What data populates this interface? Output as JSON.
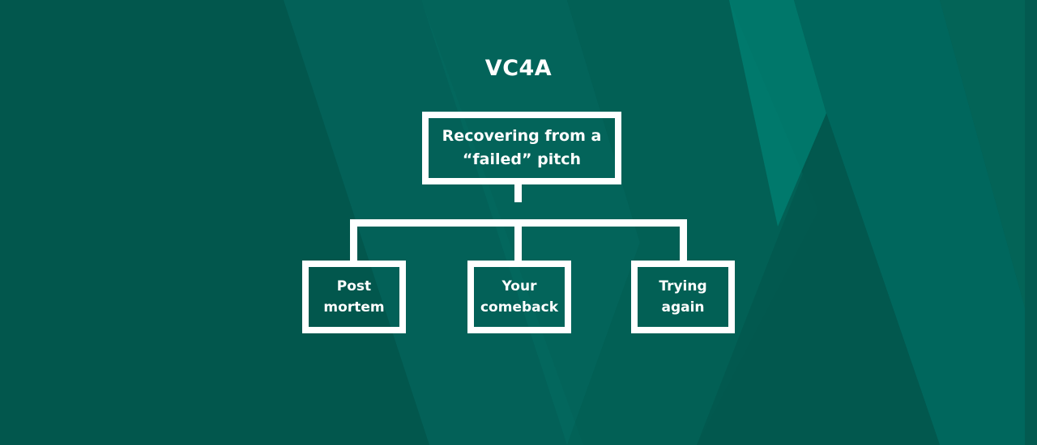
{
  "logo": {
    "text": "VC4A"
  },
  "diagram": {
    "root": {
      "line1": "Recovering from a",
      "line2": "“failed” pitch"
    },
    "children": [
      {
        "line1": "Post",
        "line2": "mortem"
      },
      {
        "line1": "Your",
        "line2": "comeback"
      },
      {
        "line1": "Trying",
        "line2": "again"
      }
    ]
  },
  "colors": {
    "background": "#02574d",
    "accent": "#00796d",
    "line": "#ffffff",
    "text": "#ffffff"
  }
}
